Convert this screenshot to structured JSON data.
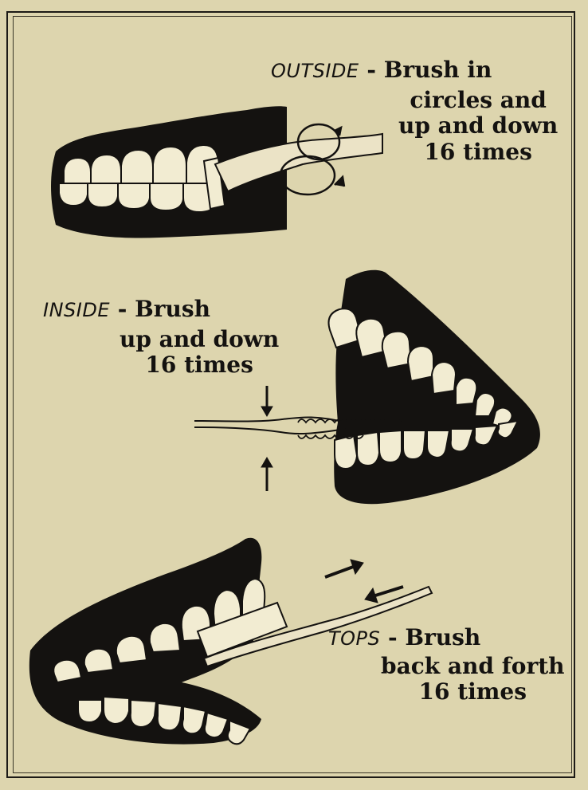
{
  "outside": {
    "label": "OUTSIDE",
    "separator": "-",
    "line1": "Brush in",
    "line2": "circles and",
    "line3": "up and down",
    "line4": "16 times"
  },
  "inside": {
    "label": "INSIDE",
    "separator": "-",
    "line1": "Brush",
    "line2": "up and down",
    "line3": "16 times"
  },
  "tops": {
    "label": "TOPS",
    "separator": "-",
    "line1": "Brush",
    "line2": "back and forth",
    "line3": "16 times"
  },
  "colors": {
    "paper": "#ddd5ae",
    "ink": "#141210",
    "teeth": "#f2ecd2",
    "handle": "#ebe3c6"
  }
}
